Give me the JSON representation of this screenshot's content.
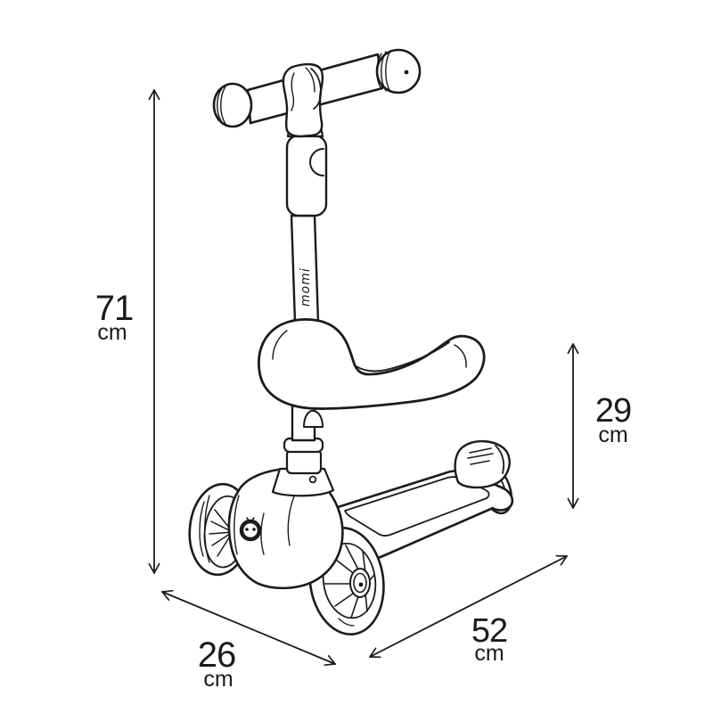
{
  "diagram": {
    "subject": "three-wheel kids scooter with seat - dimension diagram",
    "brand_logo": "momi",
    "colors": {
      "line": "#1b1b1b",
      "background": "#ffffff"
    },
    "dimensions": {
      "height": {
        "value": "71",
        "unit": "cm"
      },
      "seat_height": {
        "value": "29",
        "unit": "cm"
      },
      "length": {
        "value": "52",
        "unit": "cm"
      },
      "width": {
        "value": "26",
        "unit": "cm"
      }
    }
  }
}
